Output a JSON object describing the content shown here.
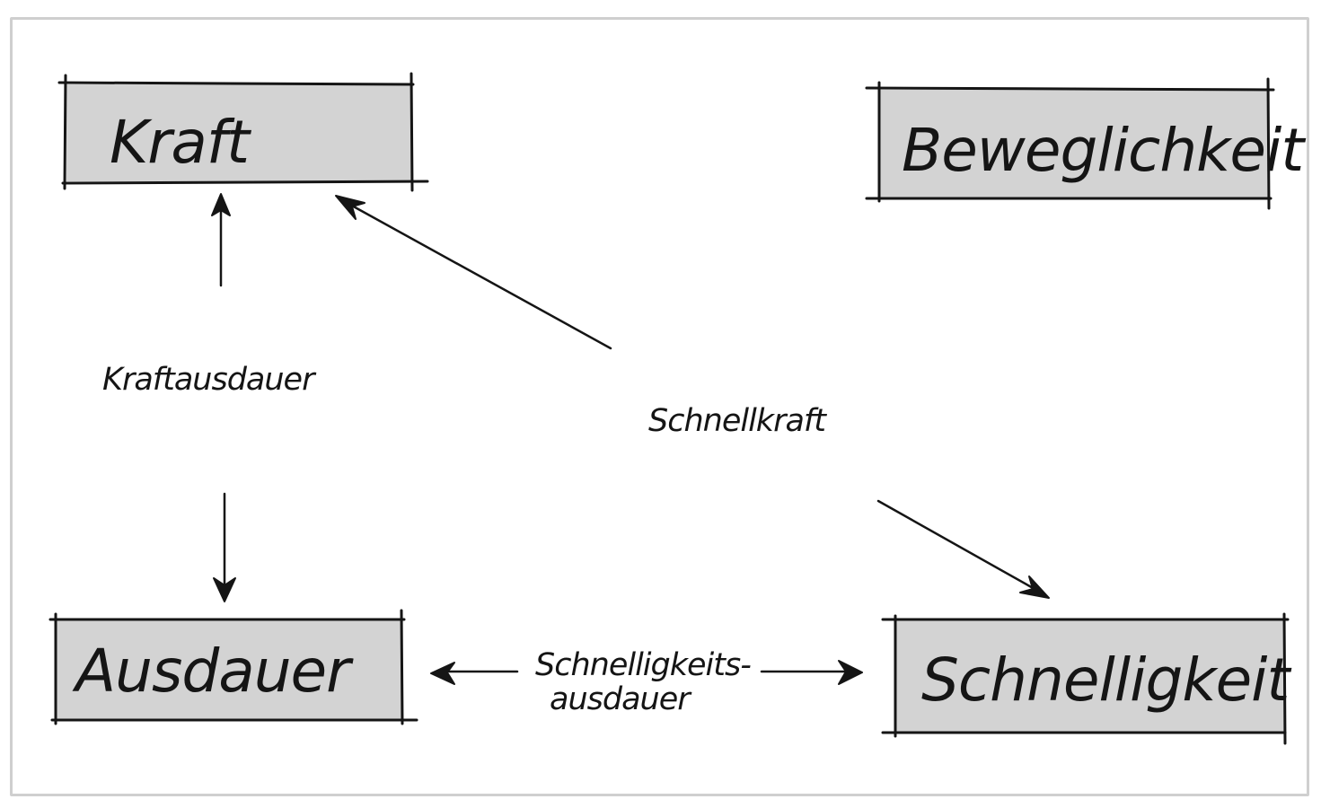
{
  "boxes": {
    "kraft": "Kraft",
    "beweglichkeit": "Beweglichkeit",
    "ausdauer": "Ausdauer",
    "schnelligkeit": "Schnelligkeit"
  },
  "relations": {
    "kraftausdauer": "Kraftausdauer",
    "schnellkraft": "Schnellkraft",
    "schnelligkeitsausdauer_line1": "Schnelligkeits-",
    "schnelligkeitsausdauer_line2": "ausdauer"
  }
}
